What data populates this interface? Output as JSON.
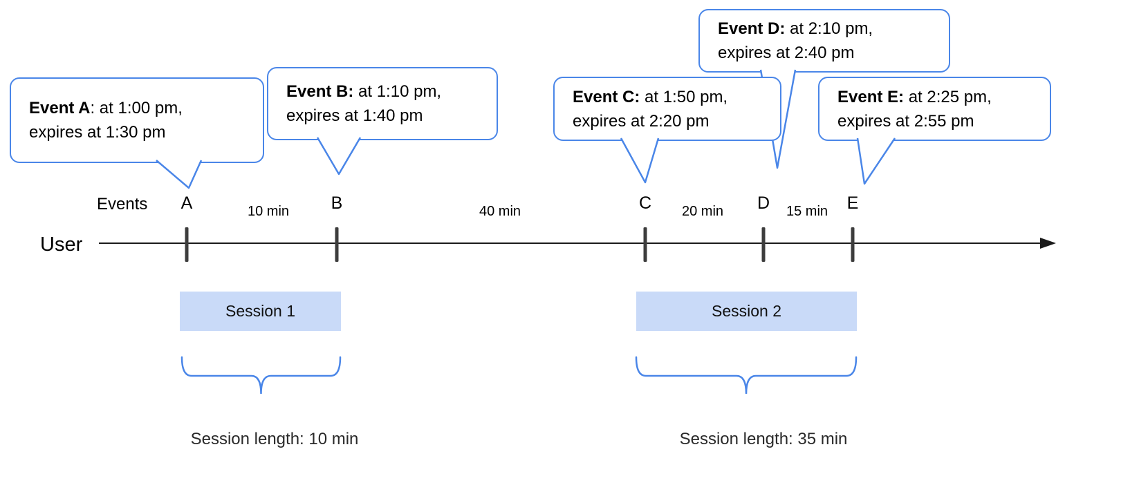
{
  "timeline": {
    "user_label": "User",
    "events_label": "Events"
  },
  "bubbles": [
    {
      "bold": "Event A",
      "rest": ": at 1:00 pm,",
      "line2": "expires at 1:30 pm"
    },
    {
      "bold": "Event B:",
      "rest": " at 1:10 pm,",
      "line2": "expires at 1:40 pm"
    },
    {
      "bold": "Event C:",
      "rest": " at 1:50 pm,",
      "line2": "expires at 2:20 pm"
    },
    {
      "bold": "Event D:",
      "rest": " at 2:10 pm,",
      "line2": "expires at 2:40 pm"
    },
    {
      "bold": "Event E:",
      "rest": " at 2:25 pm,",
      "line2": "expires at 2:55 pm"
    }
  ],
  "ticks": [
    {
      "label": "A"
    },
    {
      "label": "B"
    },
    {
      "label": "C"
    },
    {
      "label": "D"
    },
    {
      "label": "E"
    }
  ],
  "gaps": [
    {
      "label": "10 min"
    },
    {
      "label": "40 min"
    },
    {
      "label": "20 min"
    },
    {
      "label": "15 min"
    }
  ],
  "sessions": [
    {
      "label": "Session 1",
      "length_label": "Session length: 10 min"
    },
    {
      "label": "Session 2",
      "length_label": "Session length: 35 min"
    }
  ],
  "colors": {
    "accent": "#4a86e8",
    "session_fill": "#c9daf8",
    "tick": "#3d3d3d",
    "axis": "#1a1a1a"
  }
}
